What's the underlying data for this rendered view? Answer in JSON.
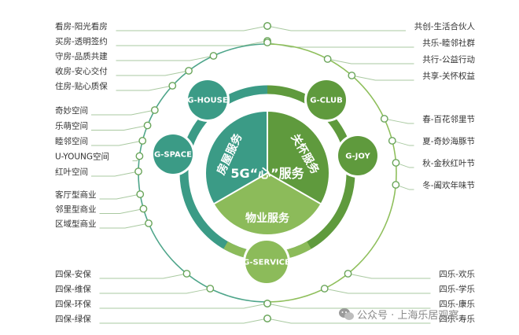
{
  "colors": {
    "teal": "#3b9b86",
    "green": "#5f9a3d",
    "light_green": "#8cbb5a",
    "ring_left": "#4ea58a",
    "ring_right": "#8fbf5c",
    "line": "#a9c9a0",
    "dot_border": "#6aa55a",
    "white": "#ffffff",
    "text": "#333333"
  },
  "center": {
    "title": "5G“心”服务"
  },
  "sections": {
    "house": "房屋服务",
    "care": "关怀服务",
    "property": "物业服务"
  },
  "nodes": {
    "house": "G-HOUSE",
    "club": "G-CLUB",
    "space": "G-SPACE",
    "joy": "G-JOY",
    "service": "G-SERVICE"
  },
  "left_groups": {
    "house": [
      "看房-阳光看房",
      "买房-透明签约",
      "守房-品质共建",
      "收房-安心交付",
      "住房-贴心质保"
    ],
    "space": [
      "奇妙空间",
      "乐萌空间",
      "睦邻空间",
      "U-YOUNG空间",
      "红叶空间"
    ],
    "business": [
      "客厅型商业",
      "邻里型商业",
      "区域型商业"
    ],
    "service": [
      "四保-安保",
      "四保-维保",
      "四保-环保",
      "四保-绿保"
    ]
  },
  "right_groups": {
    "club": [
      "共创-生活合伙人",
      "共乐-睦邻社群",
      "共行-公益行动",
      "共享-关怀权益"
    ],
    "joy": [
      "春-百花邻里节",
      "夏-奇妙海豚节",
      "秋-金秋红叶节",
      "冬-阖欢年味节"
    ],
    "service": [
      "四乐-欢乐",
      "四乐-学乐",
      "四乐-康乐",
      "四乐-寿乐"
    ]
  },
  "watermark": {
    "icon": "wechat-icon",
    "text": "公众号 · 上海乐居观察"
  }
}
